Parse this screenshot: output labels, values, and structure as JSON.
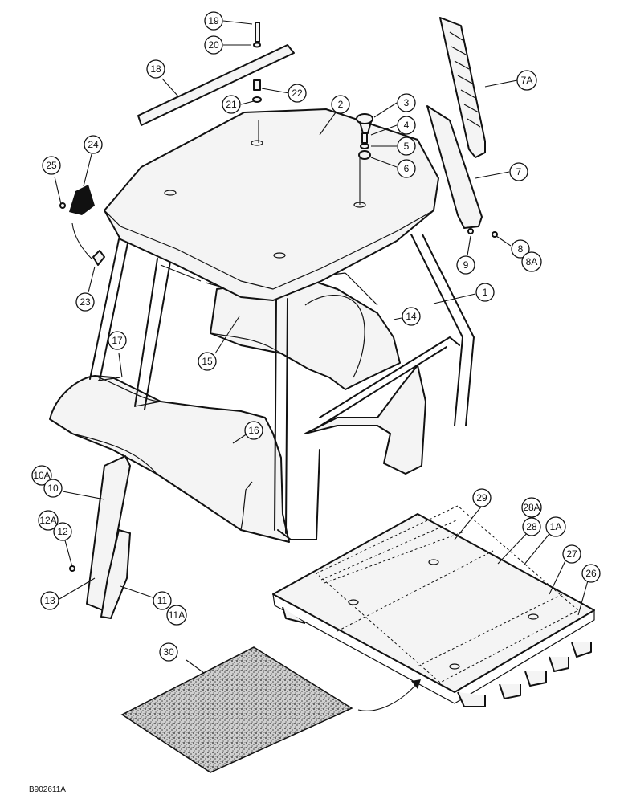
{
  "figure": {
    "reference_code": "B902611A"
  },
  "callouts": [
    {
      "id": "c1",
      "label": "1"
    },
    {
      "id": "c1A",
      "label": "1A"
    },
    {
      "id": "c2",
      "label": "2"
    },
    {
      "id": "c3",
      "label": "3"
    },
    {
      "id": "c4",
      "label": "4"
    },
    {
      "id": "c5",
      "label": "5"
    },
    {
      "id": "c6",
      "label": "6"
    },
    {
      "id": "c7",
      "label": "7"
    },
    {
      "id": "c7A",
      "label": "7A"
    },
    {
      "id": "c8",
      "label": "8"
    },
    {
      "id": "c8A",
      "label": "8A"
    },
    {
      "id": "c9",
      "label": "9"
    },
    {
      "id": "c10",
      "label": "10"
    },
    {
      "id": "c10A",
      "label": "10A"
    },
    {
      "id": "c11",
      "label": "11"
    },
    {
      "id": "c11A",
      "label": "11A"
    },
    {
      "id": "c12",
      "label": "12"
    },
    {
      "id": "c12A",
      "label": "12A"
    },
    {
      "id": "c13",
      "label": "13"
    },
    {
      "id": "c14",
      "label": "14"
    },
    {
      "id": "c15",
      "label": "15"
    },
    {
      "id": "c16",
      "label": "16"
    },
    {
      "id": "c17",
      "label": "17"
    },
    {
      "id": "c18",
      "label": "18"
    },
    {
      "id": "c19",
      "label": "19"
    },
    {
      "id": "c20",
      "label": "20"
    },
    {
      "id": "c21",
      "label": "21"
    },
    {
      "id": "c22",
      "label": "22"
    },
    {
      "id": "c23",
      "label": "23"
    },
    {
      "id": "c24",
      "label": "24"
    },
    {
      "id": "c25",
      "label": "25"
    },
    {
      "id": "c26",
      "label": "26"
    },
    {
      "id": "c27",
      "label": "27"
    },
    {
      "id": "c28",
      "label": "28"
    },
    {
      "id": "c28A",
      "label": "28A"
    },
    {
      "id": "c29",
      "label": "29"
    },
    {
      "id": "c30",
      "label": "30"
    }
  ]
}
